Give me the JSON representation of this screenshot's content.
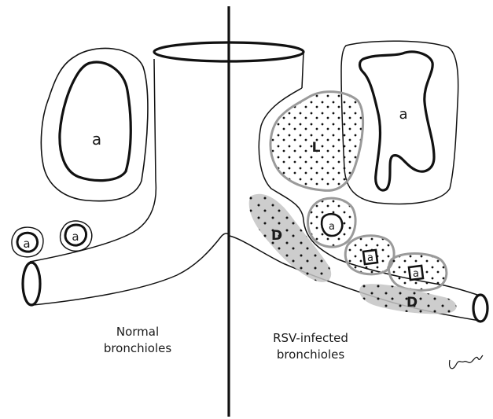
{
  "labels": {
    "alveolus": "a",
    "lymphocytes": "L",
    "debris": "D"
  },
  "captions": {
    "left_line1": "Normal",
    "left_line2": "bronchioles",
    "right_line1": "RSV-infected",
    "right_line2": "bronchioles"
  },
  "colors": {
    "line": "#111111",
    "inflammation_outline": "#9a9a9a",
    "debris_fill": "#bdbdbd",
    "dot": "#111111"
  }
}
